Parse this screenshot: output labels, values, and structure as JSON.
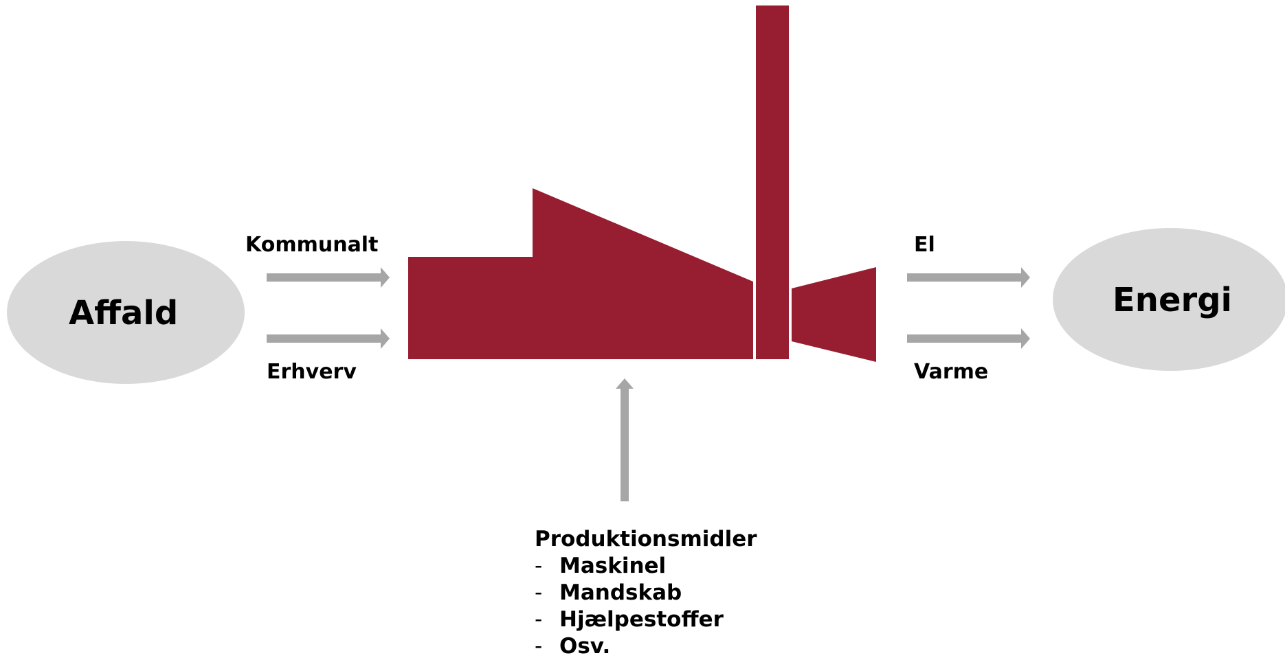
{
  "source": {
    "label": "Affald",
    "inputs": [
      "Kommunalt",
      "Erhverv"
    ]
  },
  "target": {
    "label": "Energi",
    "outputs": [
      "El",
      "Varme"
    ]
  },
  "resources": {
    "title": "Produktionsmidler",
    "bullet": "-",
    "items": [
      "Maskinel",
      "Mandskab",
      "Hjælpestoffer",
      "Osv."
    ]
  },
  "colors": {
    "plant": "#961e30",
    "ellipse": "#d9d9d9",
    "arrow": "#a6a6a6",
    "text": "#000000"
  }
}
